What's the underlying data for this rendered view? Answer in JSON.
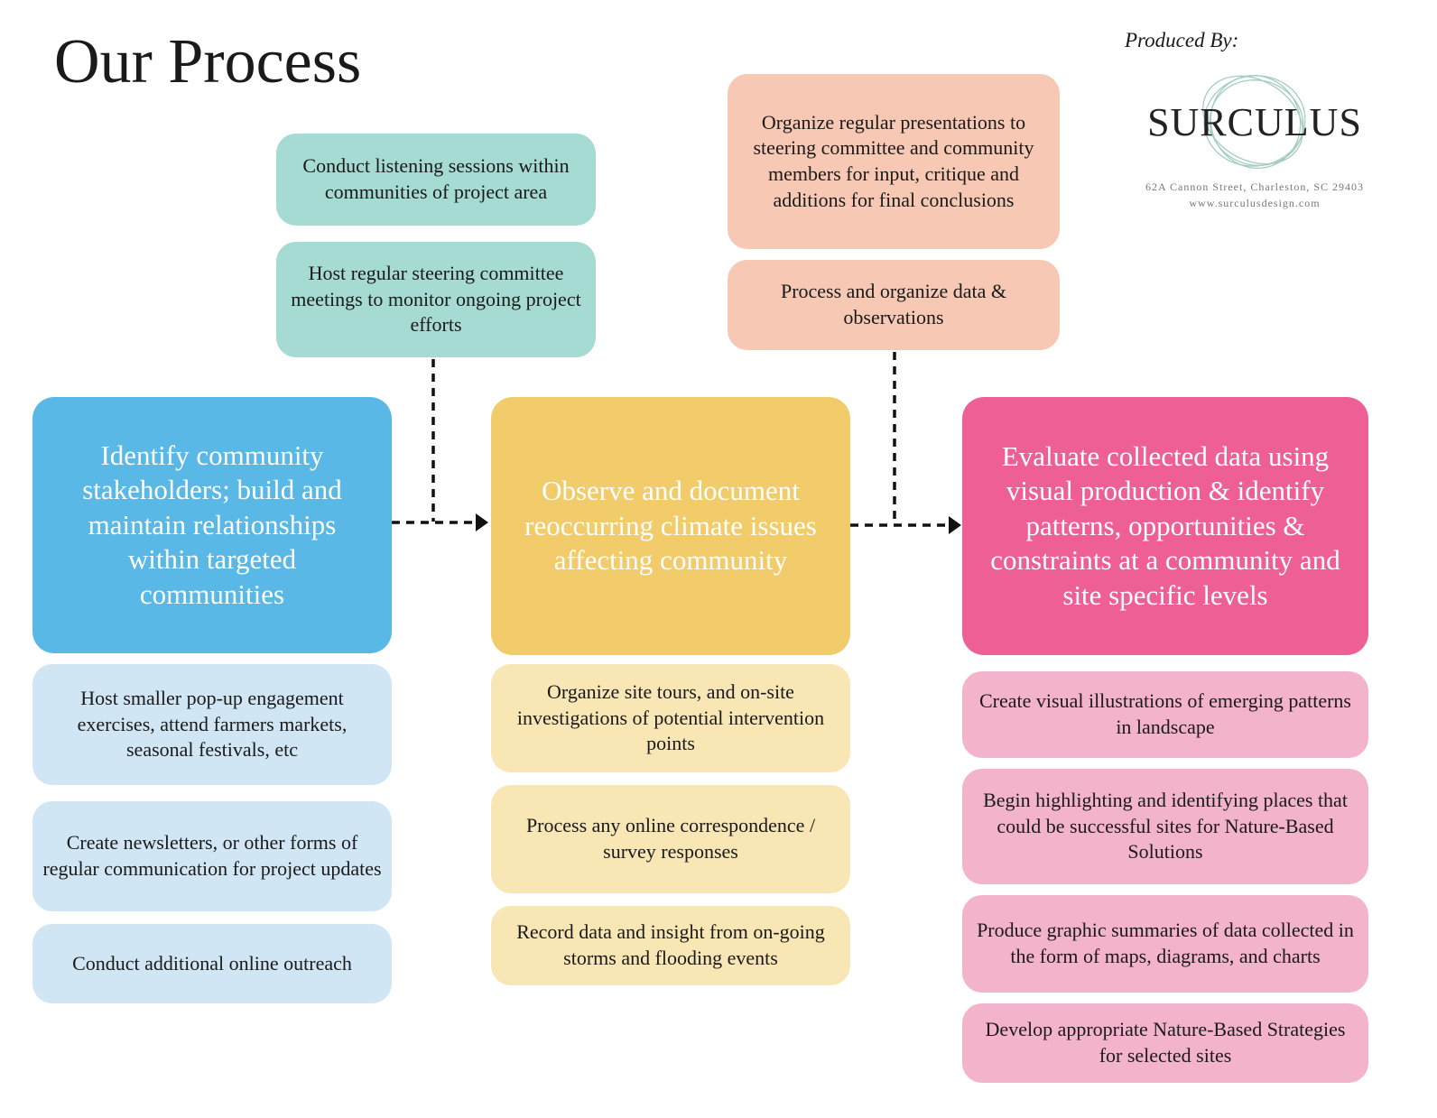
{
  "title": "Our Process",
  "credit": {
    "produced_by": "Produced By:",
    "logo_name": "SURCULUS",
    "address": "62A Cannon Street, Charleston, SC 29403",
    "website": "www.surculusdesign.com"
  },
  "colors": {
    "blue_main": "#5ab8e6",
    "yellow_main": "#f2cb6b",
    "pink_main": "#ee5f96",
    "teal_sub": "#a6dbd4",
    "peach_sub": "#f7c8b3",
    "blue_sub": "#d1e6f4",
    "yellow_sub": "#f8e6b5",
    "pink_sub": "#f4b3cd"
  },
  "top_left_notes": [
    "Conduct listening sessions within communities of project area",
    "Host regular steering committee meetings to monitor ongoing project efforts"
  ],
  "top_right_notes": [
    "Organize regular presentations to steering committee and community members for input, critique and additions for final conclusions",
    "Process and organize data & observations"
  ],
  "steps": [
    {
      "title": "Identify community stakeholders; build and maintain relationships within targeted communities",
      "tasks": [
        "Host smaller pop-up engagement exercises, attend farmers markets, seasonal festivals, etc",
        "Create newsletters, or other forms of regular communication for project updates",
        "Conduct additional online outreach"
      ]
    },
    {
      "title": "Observe and document reoccurring climate issues affecting community",
      "tasks": [
        "Organize site tours, and on-site investigations of potential intervention points",
        "Process any online correspondence / survey responses",
        "Record data and insight from on-going storms and flooding events"
      ]
    },
    {
      "title": "Evaluate collected data using visual production & identify patterns, opportunities & constraints at a community and site specific levels",
      "tasks": [
        "Create visual illustrations of emerging patterns in landscape",
        "Begin highlighting and identifying places that could be successful sites for Nature-Based Solutions",
        "Produce graphic summaries of data collected in the form of maps, diagrams, and charts",
        "Develop appropriate Nature-Based Strategies for selected sites"
      ]
    }
  ]
}
